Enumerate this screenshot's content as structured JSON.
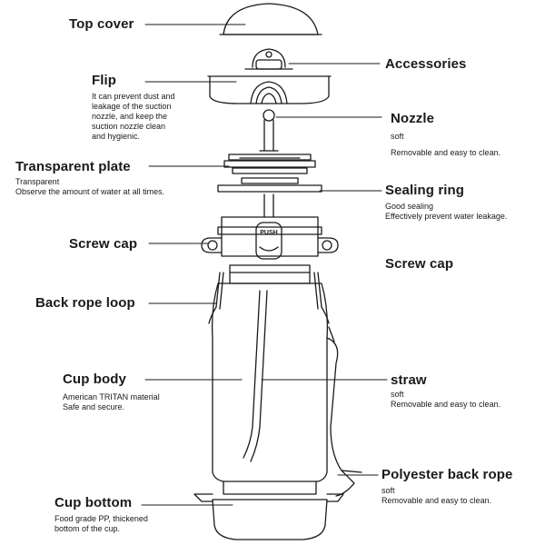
{
  "labels": {
    "top_cover": {
      "title": "Top cover"
    },
    "flip": {
      "title": "Flip",
      "desc": [
        "It can prevent dust and",
        "leakage of the suction",
        "nozzle, and keep the",
        "suction nozzle clean",
        "and hygienic."
      ]
    },
    "accessories": {
      "title": "Accessories"
    },
    "nozzle": {
      "title": "Nozzle",
      "desc": [
        "soft",
        "Removable and easy to clean."
      ]
    },
    "transparent_plate": {
      "title": "Transparent plate",
      "desc": [
        "Transparent",
        "Observe the amount of water at all times."
      ]
    },
    "sealing_ring": {
      "title": "Sealing ring",
      "desc": [
        "Good sealing",
        "Effectively prevent water leakage."
      ]
    },
    "screw_cap_left": {
      "title": "Screw cap"
    },
    "screw_cap_right": {
      "title": "Screw cap"
    },
    "back_rope_loop": {
      "title": "Back rope loop"
    },
    "cup_body": {
      "title": "Cup body",
      "desc": [
        "American TRITAN material",
        "Safe and secure."
      ]
    },
    "straw": {
      "title": "straw",
      "desc": [
        "soft",
        "Removable and easy to clean."
      ]
    },
    "polyester_back_rope": {
      "title": "Polyester back rope",
      "desc": [
        "soft",
        "Removable and easy to clean."
      ]
    },
    "cup_bottom": {
      "title": "Cup bottom",
      "desc": [
        "Food grade PP, thickened",
        "bottom of the cup."
      ]
    }
  },
  "push_button_text": "PUSH",
  "colors": {
    "line": "#1a1a1a",
    "text": "#1a1a1a",
    "background": "#ffffff"
  }
}
